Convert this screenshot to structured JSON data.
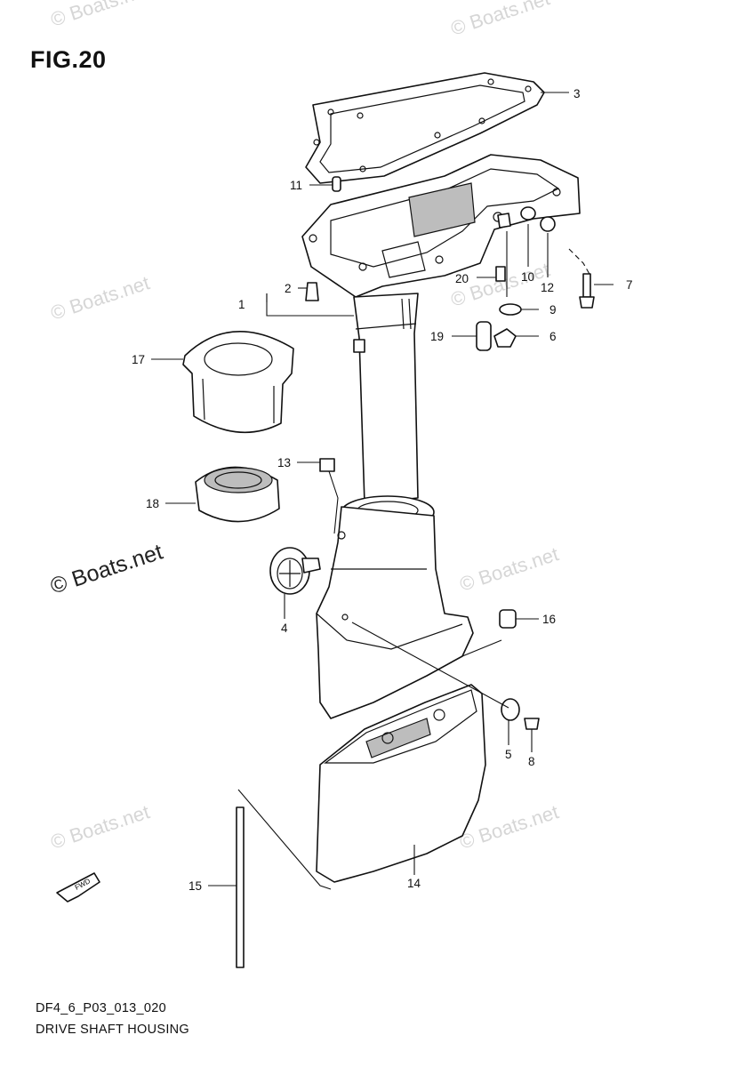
{
  "figure": {
    "title": "FIG.20",
    "footer_code": "DF4_6_P03_013_020",
    "footer_name": "DRIVE SHAFT HOUSING"
  },
  "watermark": {
    "text": "© Boats.net"
  },
  "fwd_label": "FWD",
  "callouts": [
    {
      "id": "3",
      "label": "3"
    },
    {
      "id": "11",
      "label": "11"
    },
    {
      "id": "2",
      "label": "2"
    },
    {
      "id": "1",
      "label": "1"
    },
    {
      "id": "20",
      "label": "20"
    },
    {
      "id": "10",
      "label": "10"
    },
    {
      "id": "12",
      "label": "12"
    },
    {
      "id": "7",
      "label": "7"
    },
    {
      "id": "9",
      "label": "9"
    },
    {
      "id": "19",
      "label": "19"
    },
    {
      "id": "6",
      "label": "6"
    },
    {
      "id": "17",
      "label": "17"
    },
    {
      "id": "13",
      "label": "13"
    },
    {
      "id": "18",
      "label": "18"
    },
    {
      "id": "4",
      "label": "4"
    },
    {
      "id": "16",
      "label": "16"
    },
    {
      "id": "5",
      "label": "5"
    },
    {
      "id": "8",
      "label": "8"
    },
    {
      "id": "15",
      "label": "15"
    },
    {
      "id": "14",
      "label": "14"
    }
  ]
}
